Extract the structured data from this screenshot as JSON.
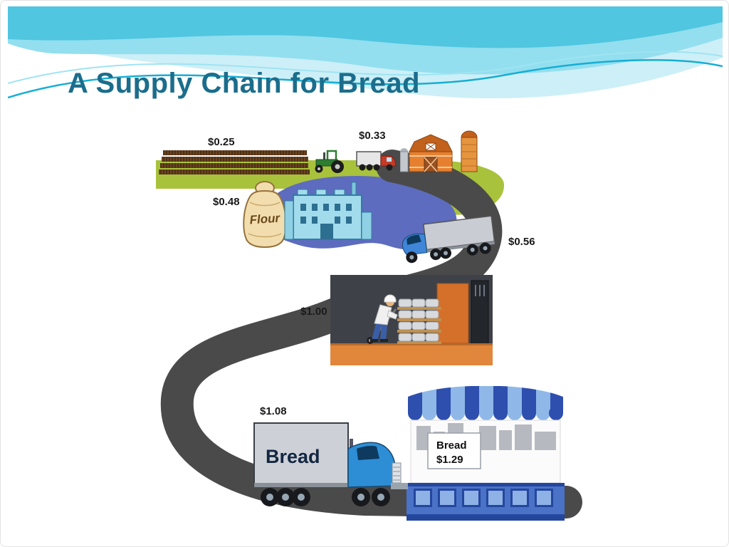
{
  "slide": {
    "title": "A Supply Chain for Bread"
  },
  "stages": [
    {
      "id": "wheat-field",
      "price": "$0.25"
    },
    {
      "id": "farm-transport",
      "price": "$0.33"
    },
    {
      "id": "flour-mill",
      "price": "$0.48",
      "label": "Flour"
    },
    {
      "id": "mill-transport",
      "price": "$0.56"
    },
    {
      "id": "bakery-warehouse",
      "price": "$1.00"
    },
    {
      "id": "bread-transport",
      "price": "$1.08",
      "label": "Bread"
    },
    {
      "id": "retail-store",
      "sign_line1": "Bread",
      "sign_line2": "$1.29"
    }
  ],
  "colors": {
    "title": "#1b6d8c",
    "road": "#4a4a4a",
    "grass": "#a9c23c",
    "pond": "#5d6cbe",
    "wave_light": "#cdeff7",
    "wave_mid": "#93dfef",
    "wave_dark": "#49c3de"
  }
}
